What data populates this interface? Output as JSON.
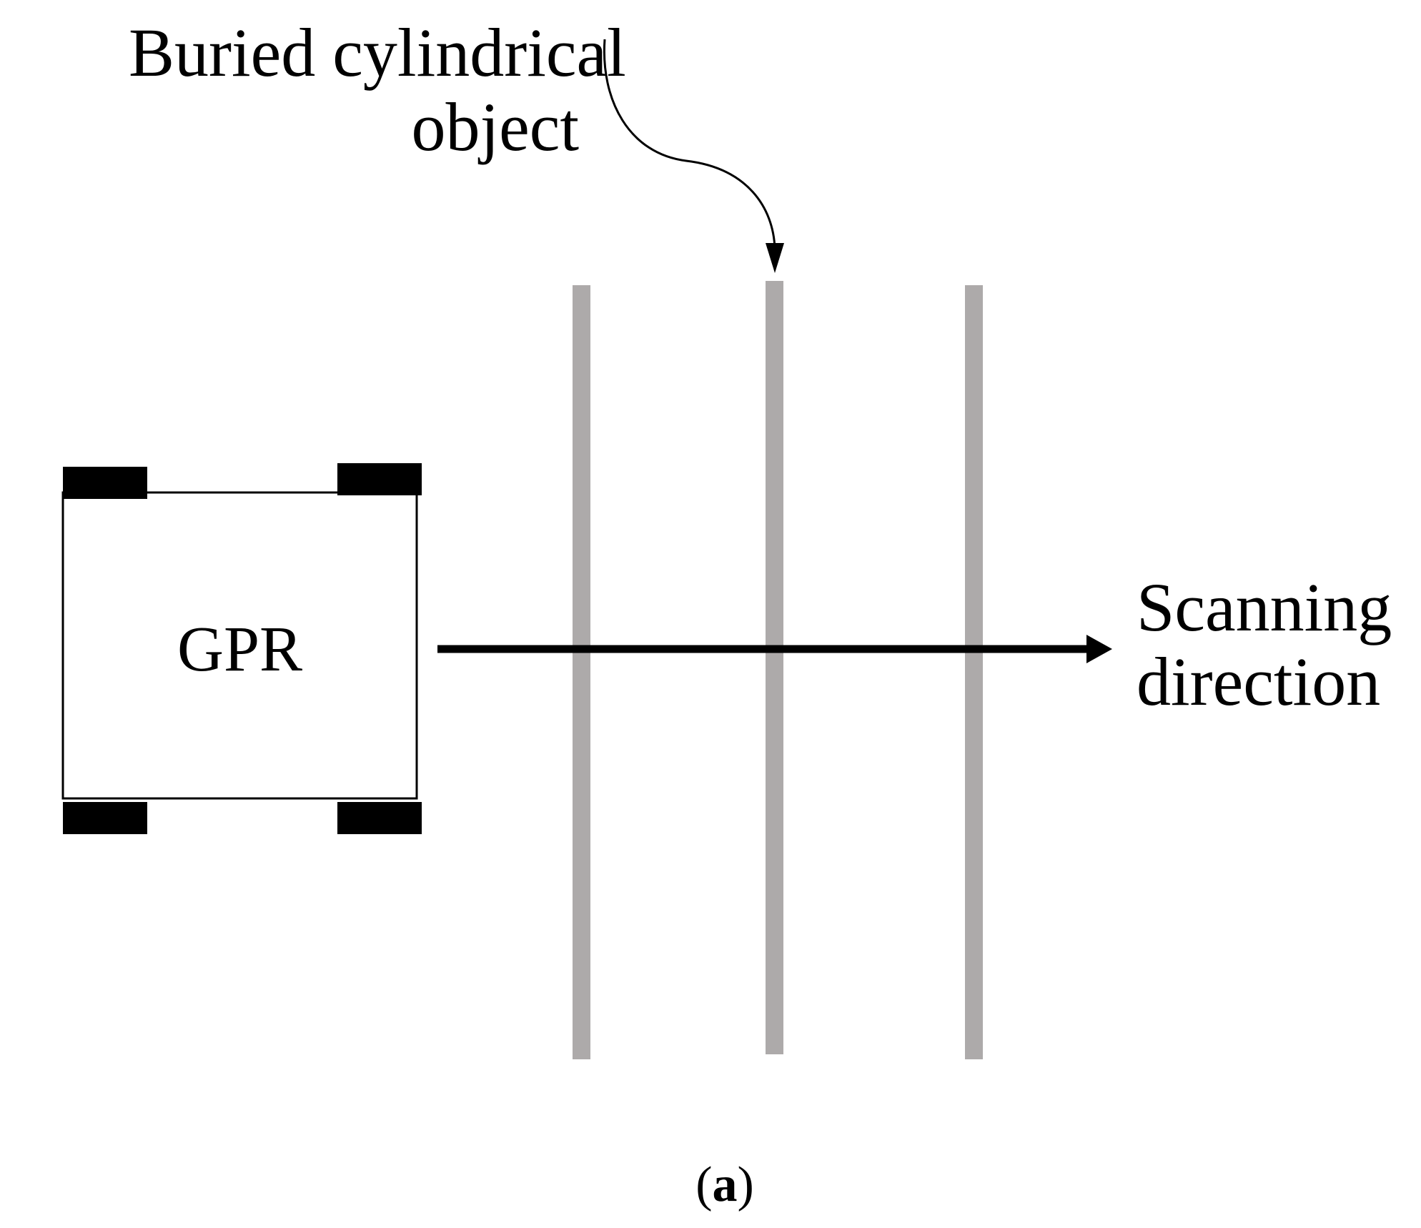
{
  "labels": {
    "object_line1": "Buried cylindrical",
    "object_line2": "object",
    "scan_line1": "Scanning",
    "scan_line2": "direction",
    "gpr": "GPR",
    "subfigure_letter": "a"
  },
  "colors": {
    "background": "#ffffff",
    "cylinder": "#adaaaa",
    "wheel": "#000000",
    "outline": "#000000"
  },
  "elements": {
    "cylinder_count": 3
  }
}
